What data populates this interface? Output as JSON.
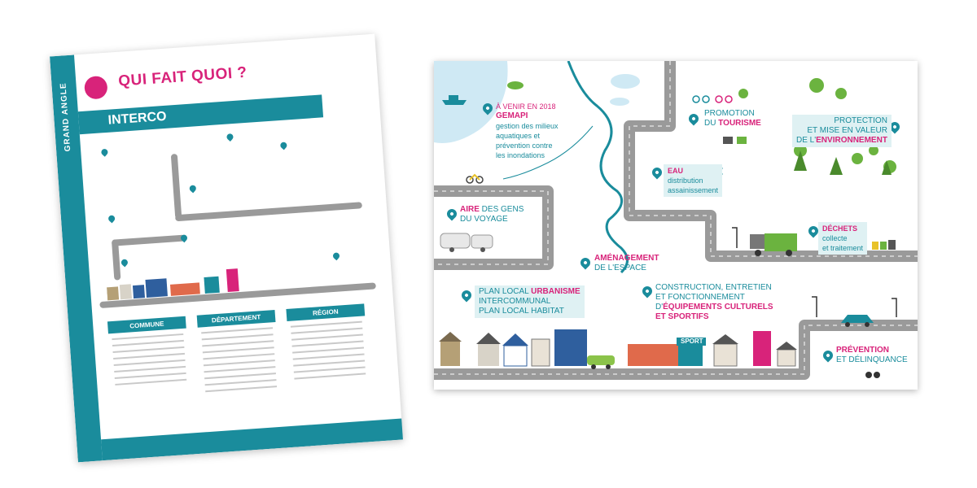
{
  "magazine": {
    "side_label": "GRAND ANGLE",
    "title": "QUI FAIT QUOI ?",
    "section": "INTERCO",
    "columns": [
      {
        "header": "COMMUNE"
      },
      {
        "header": "DÉPARTEMENT"
      },
      {
        "header": "RÉGION"
      }
    ]
  },
  "poster": {
    "gemapi": {
      "pre": "À VENIR EN 2018",
      "title": "GEMAPI",
      "desc": "gestion des milieux aquatiques et prévention contre les inondations"
    },
    "tourisme": {
      "line1": "PROMOTION",
      "line2_a": "DU ",
      "line2_b": "TOURISME"
    },
    "environnement": {
      "line1": "PROTECTION",
      "line2": "ET MISE EN VALEUR",
      "line3_a": "DE L'",
      "line3_b": "ENVIRONNEMENT"
    },
    "eau": {
      "title": "EAU",
      "line1": "distribution",
      "line2": "assainissement"
    },
    "aire": {
      "title_a": "AIRE",
      "title_b": " DES GENS",
      "line2": "DU VOYAGE"
    },
    "dechets": {
      "title": "DÉCHETS",
      "line1": "collecte",
      "line2": "et traitement"
    },
    "amenagement": {
      "title": "AMÉNAGEMENT",
      "line2": "DE L'ESPACE"
    },
    "plu": {
      "line1_a": "PLAN LOCAL ",
      "line1_b": "URBANISME",
      "line2": "INTERCOMMUNAL",
      "line3": "PLAN LOCAL HABITAT"
    },
    "equipements": {
      "line1": "CONSTRUCTION, ENTRETIEN",
      "line2": "ET FONCTIONNEMENT",
      "line3_a": "D'",
      "line3_b": "ÉQUIPEMENTS CULTURELS",
      "line4": "ET SPORTIFS"
    },
    "prevention": {
      "title": "PRÉVENTION",
      "line2": "ET DÉLINQUANCE"
    },
    "sign_sport": "SPORT"
  },
  "colors": {
    "teal": "#1a8c9c",
    "magenta": "#d8237a",
    "road": "#9a9a9a",
    "light_blue": "#cfe9f4",
    "green": "#6bb33f"
  }
}
